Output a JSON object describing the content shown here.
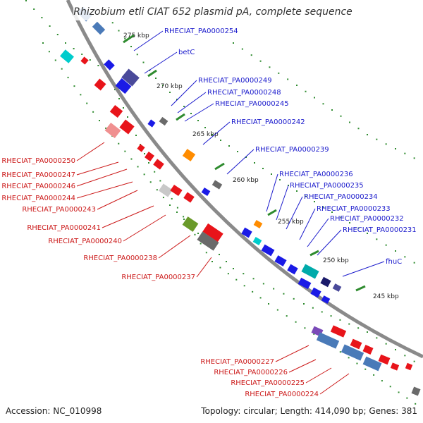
{
  "title": "Rhizobium etli CIAT 652 plasmid pA, complete sequence",
  "accession": "Accession: NC_010998",
  "summary": "Topology: circular; Length: 414,090 bp; Genes: 381",
  "colors": {
    "backbone": "#8a8a8a",
    "forward_gene": "#e8141a",
    "reverse_gene": "#1a1ae6",
    "label_forward": "#cc1a1a",
    "label_reverse": "#1a1acc",
    "tick_dots": "#2e8b2e"
  },
  "ticks": [
    "275 kbp",
    "270 kbp",
    "265 kbp",
    "260 kbp",
    "255 kbp",
    "250 kbp",
    "245 kbp"
  ],
  "labels_reverse": [
    "RHECIAT_PA0000254",
    "betC",
    "RHECIAT_PA0000249",
    "RHECIAT_PA0000248",
    "RHECIAT_PA0000245",
    "RHECIAT_PA0000242",
    "RHECIAT_PA0000239",
    "RHECIAT_PA0000236",
    "RHECIAT_PA0000235",
    "RHECIAT_PA0000234",
    "RHECIAT_PA0000233",
    "RHECIAT_PA0000232",
    "RHECIAT_PA0000231",
    "fhuC"
  ],
  "labels_forward": [
    "RHECIAT_PA0000250",
    "RHECIAT_PA0000247",
    "RHECIAT_PA0000246",
    "RHECIAT_PA0000244",
    "RHECIAT_PA0000243",
    "RHECIAT_PA0000241",
    "RHECIAT_PA0000240",
    "RHECIAT_PA0000238",
    "RHECIAT_PA0000237",
    "RHECIAT_PA0000227",
    "RHECIAT_PA0000226",
    "RHECIAT_PA0000225",
    "RHECIAT_PA0000224"
  ]
}
